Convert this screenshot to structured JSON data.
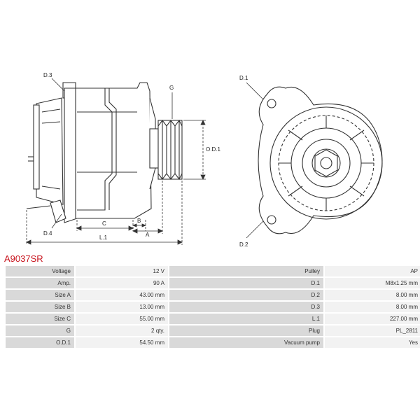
{
  "drawing": {
    "labels": {
      "d3": "D.3",
      "d4": "D.4",
      "g": "G",
      "od1": "O.D.1",
      "c": "C",
      "b": "B",
      "a": "A",
      "l1": "L.1",
      "d1": "D.1",
      "d2": "D.2"
    }
  },
  "part_number": "A9037SR",
  "specs": [
    {
      "left_key": "Voltage",
      "left_value": "12 V",
      "right_key": "Pulley",
      "right_value": "AP"
    },
    {
      "left_key": "Amp.",
      "left_value": "90 A",
      "right_key": "D.1",
      "right_value": "M8x1.25 mm"
    },
    {
      "left_key": "Size A",
      "left_value": "43.00 mm",
      "right_key": "D.2",
      "right_value": "8.00 mm"
    },
    {
      "left_key": "Size B",
      "left_value": "13.00 mm",
      "right_key": "D.3",
      "right_value": "8.00 mm"
    },
    {
      "left_key": "Size C",
      "left_value": "55.00 mm",
      "right_key": "L.1",
      "right_value": "227.00 mm"
    },
    {
      "left_key": "G",
      "left_value": "2 qty.",
      "right_key": "Plug",
      "right_value": "PL_2811"
    },
    {
      "left_key": "O.D.1",
      "left_value": "54.50 mm",
      "right_key": "Vacuum pump",
      "right_value": "Yes"
    }
  ]
}
